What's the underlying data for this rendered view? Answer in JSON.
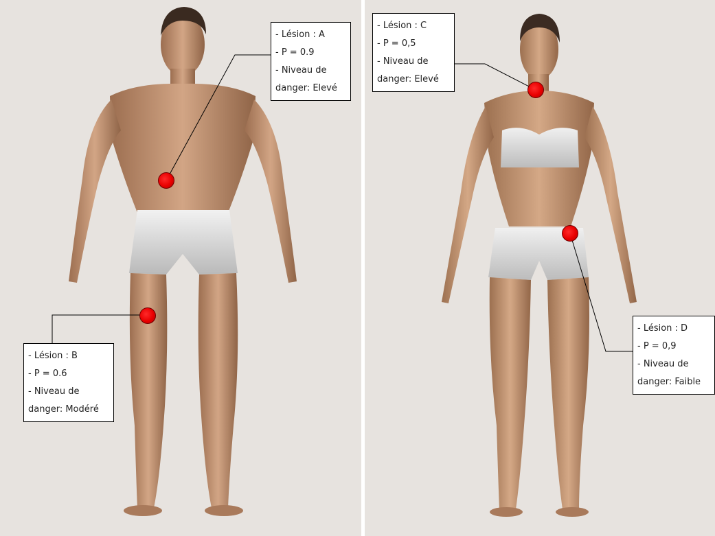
{
  "lesions": {
    "a": {
      "name": "- Lésion : A",
      "p": "- P = 0.9",
      "level1": "- Niveau de",
      "level2": "danger: Elevé"
    },
    "b": {
      "name": "- Lésion : B",
      "p": "- P = 0.6",
      "level1": "- Niveau de",
      "level2": "danger: Modéré"
    },
    "c": {
      "name": "- Lésion : C",
      "p": "- P = 0,5",
      "level1": "- Niveau de",
      "level2": "danger: Elevé"
    },
    "d": {
      "name": "- Lésion : D",
      "p": "- P = 0,9",
      "level1": "- Niveau de",
      "level2": "danger: Faible"
    }
  },
  "colors": {
    "background": "#e7e3df",
    "skin": "#c99a78",
    "underwear": "#d9d9d9",
    "marker": "#e80000"
  }
}
